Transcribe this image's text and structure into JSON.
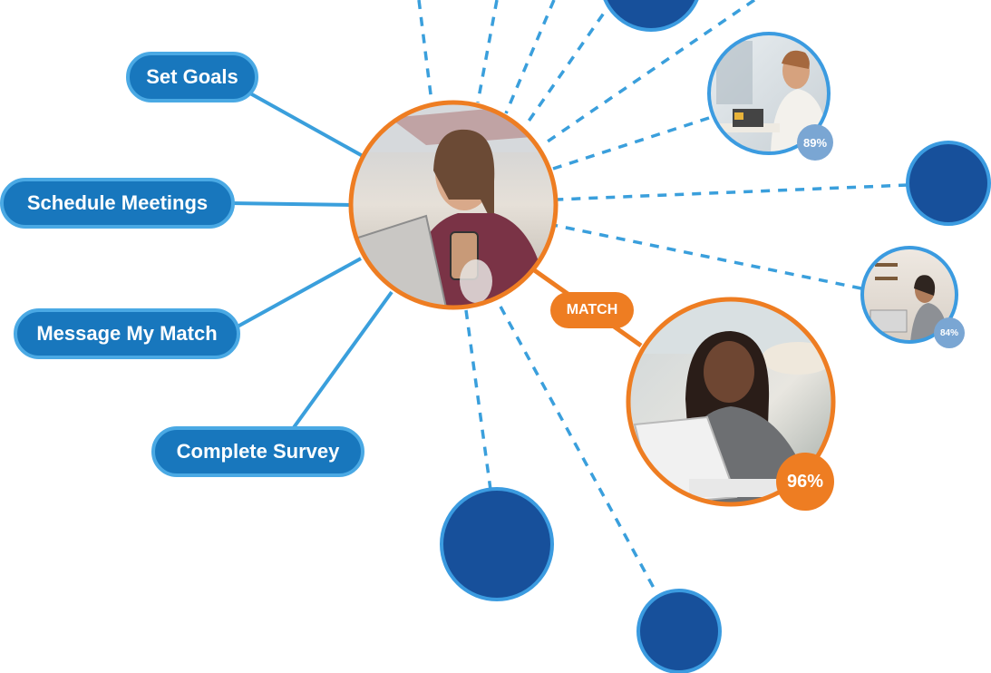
{
  "actions": [
    {
      "label": "Set Goals"
    },
    {
      "label": "Schedule Meetings"
    },
    {
      "label": "Message My Match"
    },
    {
      "label": "Complete Survey"
    }
  ],
  "match_label": "MATCH",
  "candidates": [
    {
      "score_label": "89%"
    },
    {
      "score_label": "84%"
    },
    {
      "score_label": "96%"
    }
  ],
  "colors": {
    "pill_fill": "#1877bd",
    "pill_border": "#4aa9e4",
    "connector": "#3a9fdc",
    "node_fill": "#17509b",
    "node_border": "#3b9be0",
    "accent_orange": "#ee7d22",
    "badge_blue": "#7aa6d3"
  },
  "icons": {
    "central_user": "woman-with-phone-photo",
    "candidate_photos": [
      "man-at-laptop-photo",
      "woman-at-table-photo",
      "woman-at-laptop-photo"
    ]
  }
}
